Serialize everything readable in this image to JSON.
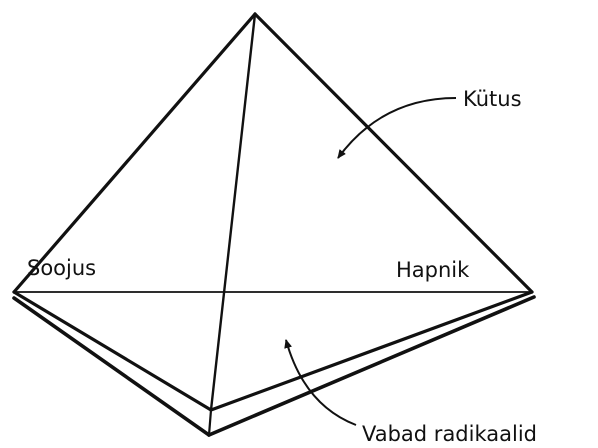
{
  "diagram": {
    "type": "fire-tetrahedron",
    "stroke_color": "#111111",
    "background": "#ffffff",
    "labels": {
      "fuel": "Kütus",
      "heat": "Soojus",
      "oxygen": "Hapnik",
      "radicals": "Vabad radikaalid"
    }
  }
}
